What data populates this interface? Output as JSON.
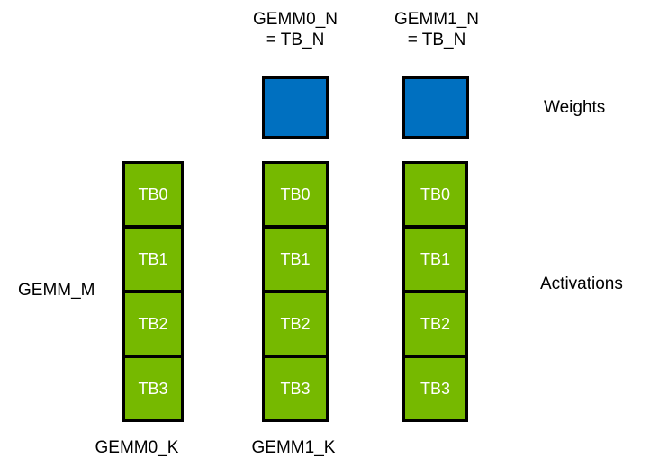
{
  "diagram": {
    "top_labels": [
      {
        "text": "GEMM0_N\n= TB_N"
      },
      {
        "text": "GEMM1_N\n= TB_N"
      }
    ],
    "side_labels": {
      "gemm_m": "GEMM_M",
      "weights": "Weights",
      "activations": "Activations"
    },
    "bottom_labels": [
      "GEMM0_K",
      "GEMM1_K"
    ],
    "columns": [
      {
        "blocks": [
          "TB0",
          "TB1",
          "TB2",
          "TB3"
        ]
      },
      {
        "blocks": [
          "TB0",
          "TB1",
          "TB2",
          "TB3"
        ]
      },
      {
        "blocks": [
          "TB0",
          "TB1",
          "TB2",
          "TB3"
        ]
      }
    ],
    "colors": {
      "weights_blue": "#0070C0",
      "activations_green": "#76B900",
      "border_black": "#000000",
      "block_text_white": "#FFFFFF"
    }
  }
}
